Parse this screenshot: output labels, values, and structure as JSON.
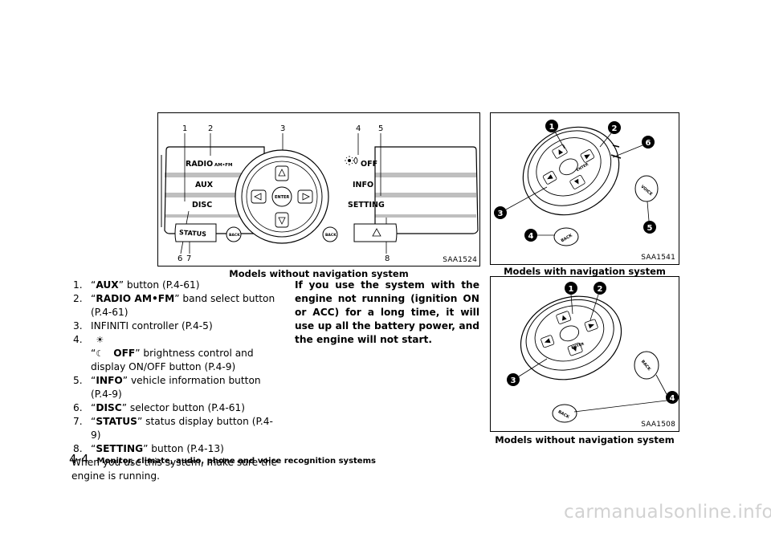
{
  "figure1": {
    "code": "SAA1524",
    "caption": "Models without navigation system",
    "callouts": [
      "1",
      "2",
      "3",
      "4",
      "5",
      "6",
      "7",
      "8"
    ],
    "labels": {
      "radio": "RADIO",
      "radio_sub": "AM•FM",
      "aux": "AUX",
      "disc": "DISC",
      "status": "STATUS",
      "back": "BACK",
      "enter": "ENTER",
      "off": "OFF",
      "info": "INFO",
      "setting": "SETTING"
    }
  },
  "figure2": {
    "code": "SAA1541",
    "caption": "Models with navigation system",
    "callouts": [
      "1",
      "2",
      "3",
      "4",
      "5",
      "6"
    ],
    "labels": {
      "enter": "ENTER",
      "back": "BACK",
      "voice": "VOICE"
    }
  },
  "figure3": {
    "code": "SAA1508",
    "caption": "Models without navigation system",
    "callouts": [
      "1",
      "2",
      "3",
      "4"
    ],
    "labels": {
      "enter": "ENTER",
      "back": "BACK"
    }
  },
  "list": [
    {
      "num": "1.",
      "name": "AUX",
      "rest": " button (P.4-61)"
    },
    {
      "num": "2.",
      "name": "RADIO AM•FM",
      "rest": " band select button (P.4-61)"
    },
    {
      "num": "3.",
      "name": "",
      "rest": "INFINITI controller (P.4-5)"
    },
    {
      "num": "4.",
      "name": "OFF",
      "rest": " brightness control and display ON/OFF button (P.4-9)"
    },
    {
      "num": "5.",
      "name": "INFO",
      "rest": " vehicle information button (P.4-9)"
    },
    {
      "num": "6.",
      "name": "DISC",
      "rest": " selector button (P.4-61)"
    },
    {
      "num": "7.",
      "name": "STATUS",
      "rest": " status display button (P.4-9)"
    },
    {
      "num": "8.",
      "name": "SETTING",
      "rest": " button (P.4-13)"
    }
  ],
  "note": "When you use this system, make sure the engine is running.",
  "warning": "If you use the system with the engine not running (ignition ON or ACC) for a long time, it will use up all the battery power, and the engine will not start.",
  "footer": {
    "page": "4-4",
    "section": "Monitor, climate, audio, phone and voice recognition systems"
  },
  "watermark": "carmanualsonline.info"
}
